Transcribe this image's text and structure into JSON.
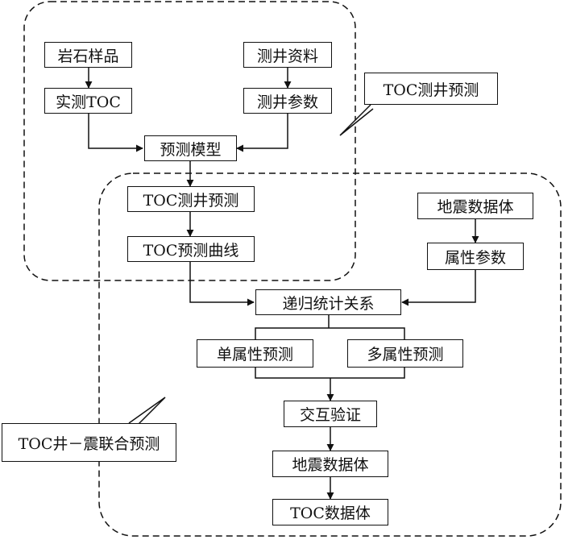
{
  "nodes": {
    "rock_sample": "岩石样品",
    "well_logging_data": "测井资料",
    "measured_toc": "实测TOC",
    "logging_params": "测井参数",
    "prediction_model": "预测模型",
    "toc_well_prediction": "TOC测井预测",
    "toc_prediction_curve": "TOC预测曲线",
    "seismic_volume_top": "地震数据体",
    "attribute_params": "属性参数",
    "recursive_statistics": "递归统计关系",
    "single_attribute_prediction": "单属性预测",
    "multi_attribute_prediction": "多属性预测",
    "cross_validation": "交互验证",
    "seismic_volume_bottom": "地震数据体",
    "toc_volume": "TOC数据体"
  },
  "callouts": {
    "well_prediction_region": "TOC测井预测",
    "well_seismic_region": "TOC井－震联合预测"
  },
  "colors": {
    "stroke": "#111111",
    "background": "#ffffff"
  }
}
